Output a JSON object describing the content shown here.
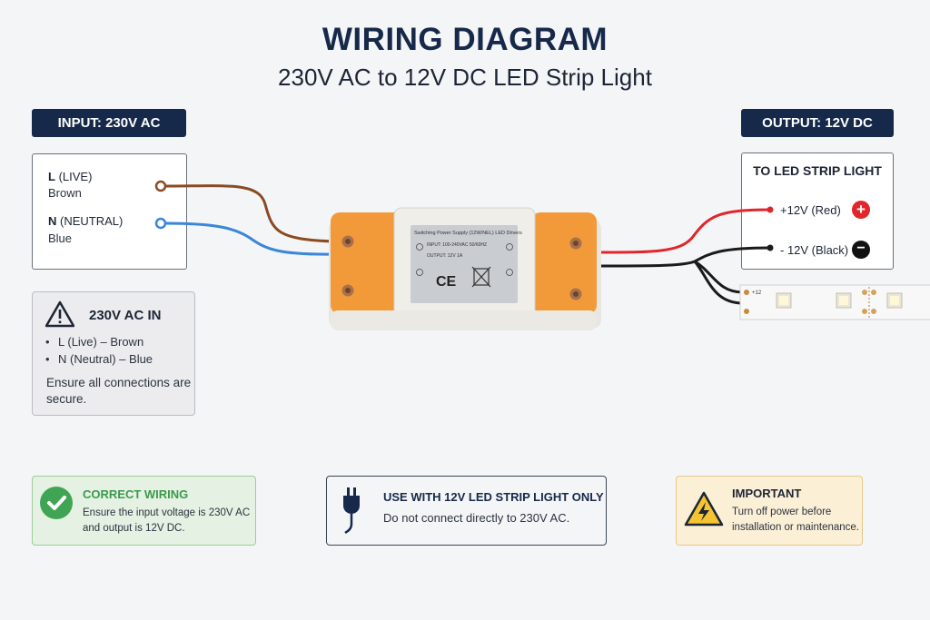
{
  "header": {
    "title": "WIRING DIAGRAM",
    "subtitle": "230V AC to 12V DC LED Strip Light"
  },
  "input": {
    "tag": "INPUT: 230V AC",
    "live_code": "L",
    "live_name": "(LIVE)",
    "live_color": "Brown",
    "neutral_code": "N",
    "neutral_name": "(NEUTRAL)",
    "neutral_color": "Blue"
  },
  "output": {
    "tag": "OUTPUT: 12V DC",
    "box_title": "TO LED STRIP LIGHT",
    "positive_label": "+12V (Red)",
    "negative_label": "- 12V (Black)"
  },
  "ac_notice": {
    "title": "230V AC IN",
    "bullets": [
      "L (Live) – Brown",
      "N (Neutral) – Blue"
    ],
    "text": "Ensure all connections are secure."
  },
  "driver": {
    "label_title": "Switching Power Supply (12W/NEL) LED Drivers",
    "label_input": "INPUT: 100-240VAC 50/60HZ",
    "label_output": "OUTPUT: 12V 1A"
  },
  "strip": {
    "label": "+12"
  },
  "footer": {
    "correct": {
      "title": "CORRECT WIRING",
      "text": "Ensure the input voltage is 230V AC and output is 12V DC."
    },
    "use": {
      "title": "USE WITH 12V LED STRIP LIGHT ONLY",
      "text": "Do not connect directly to 230V AC."
    },
    "important": {
      "title": "IMPORTANT",
      "text": "Turn off power before installation or maintenance."
    }
  },
  "colors": {
    "navy": "#17294a",
    "brown_wire": "#8a4a22",
    "blue_wire": "#3a86d8",
    "red_wire": "#e0262b",
    "black_wire": "#1a1a1a",
    "orange": "#f29a3a",
    "green": "#3fa554",
    "warn_yellow": "#f5c432"
  },
  "icons": [
    "warning-icon",
    "check-icon",
    "plug-icon",
    "caution-icon",
    "plus-icon",
    "minus-icon"
  ]
}
